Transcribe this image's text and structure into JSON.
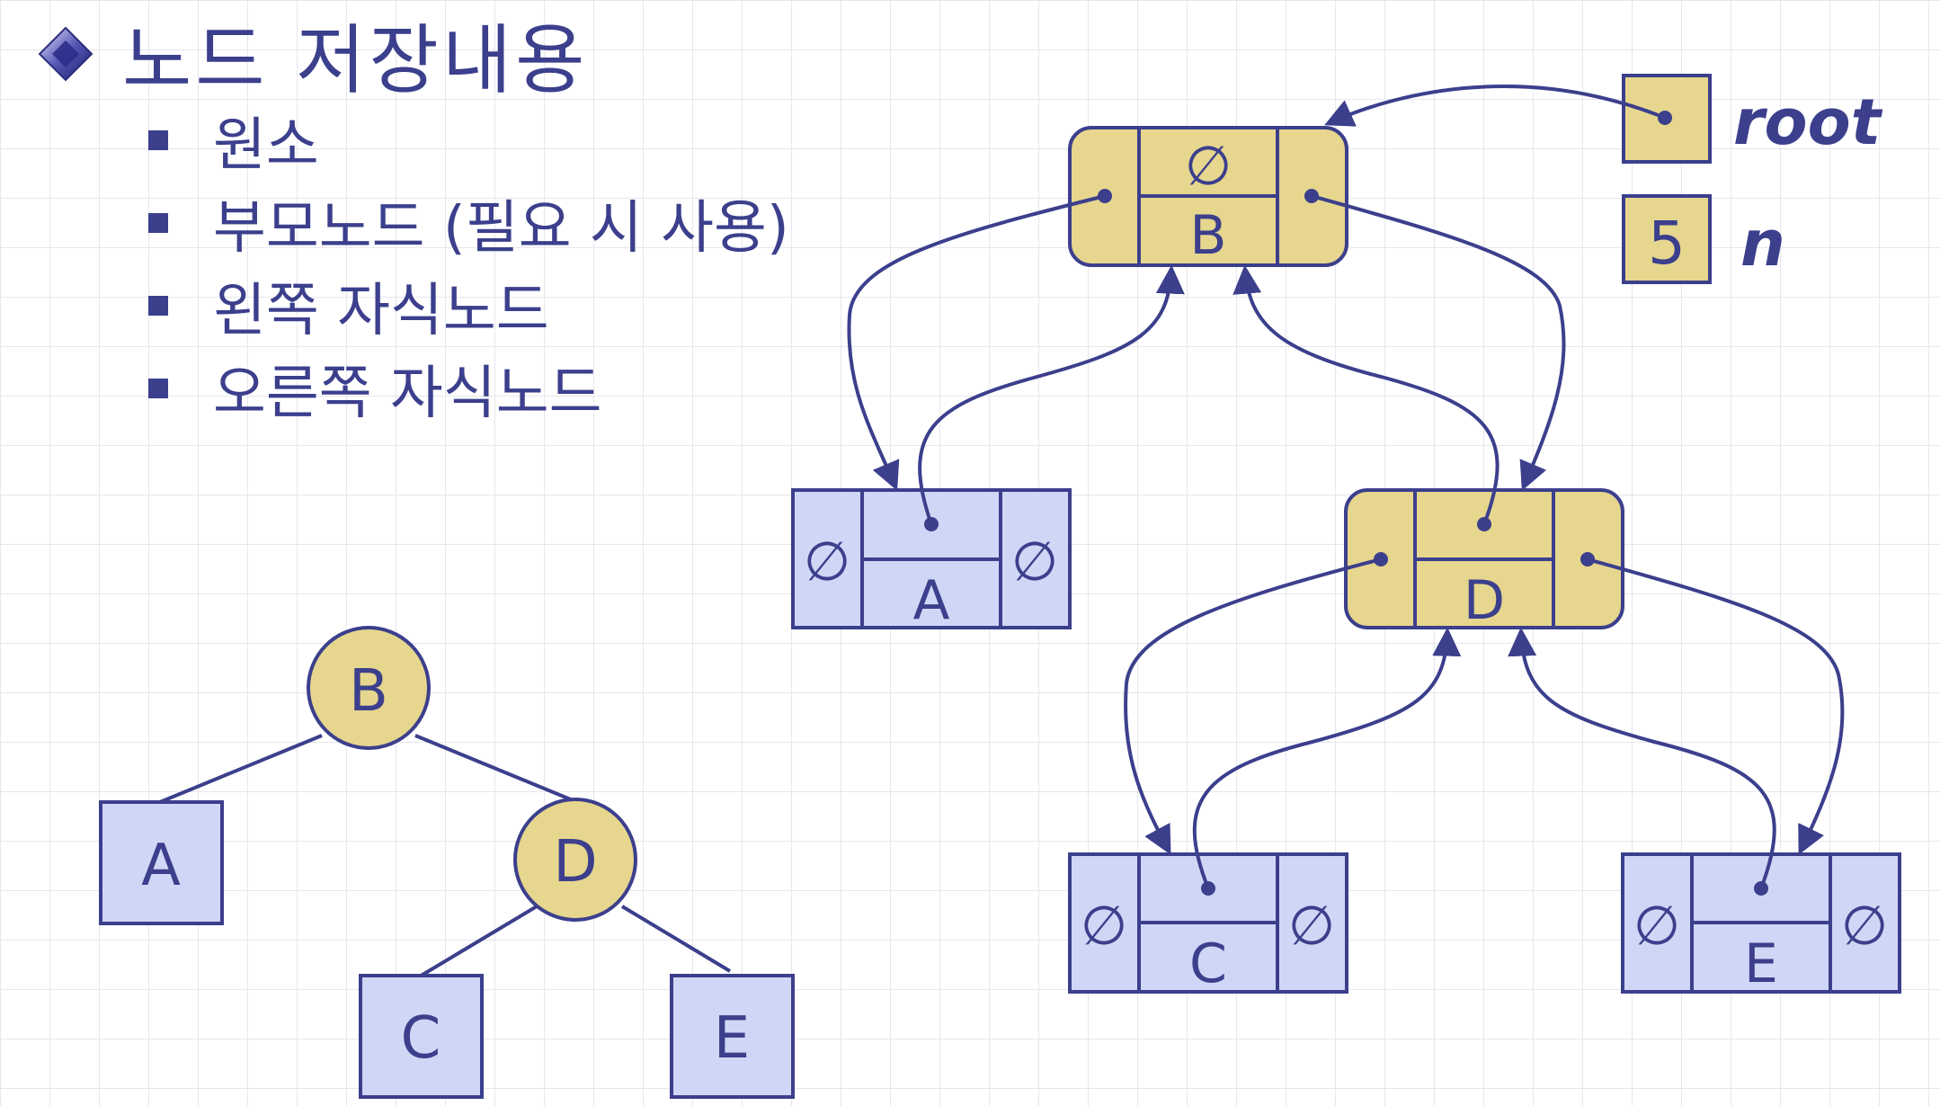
{
  "title": "노드 저장내용",
  "bullets": [
    "원소",
    "부모노드 (필요 시 사용)",
    "왼쪽 자식노드",
    "오른쪽 자식노드"
  ],
  "icons": {
    "title_bullet": "diamond-icon",
    "list_bullet": "square-icon"
  },
  "colors": {
    "internal_fill": "#e6d68e",
    "external_fill": "#cfd7f6",
    "stroke": "#3b3f8c"
  },
  "null_symbol": "∅",
  "root_label": "root",
  "n_label": "n",
  "n_value": "5",
  "tree_nodes": [
    "B",
    "A",
    "D",
    "C",
    "E"
  ],
  "linked_nodes": [
    "B",
    "A",
    "D",
    "C",
    "E"
  ]
}
